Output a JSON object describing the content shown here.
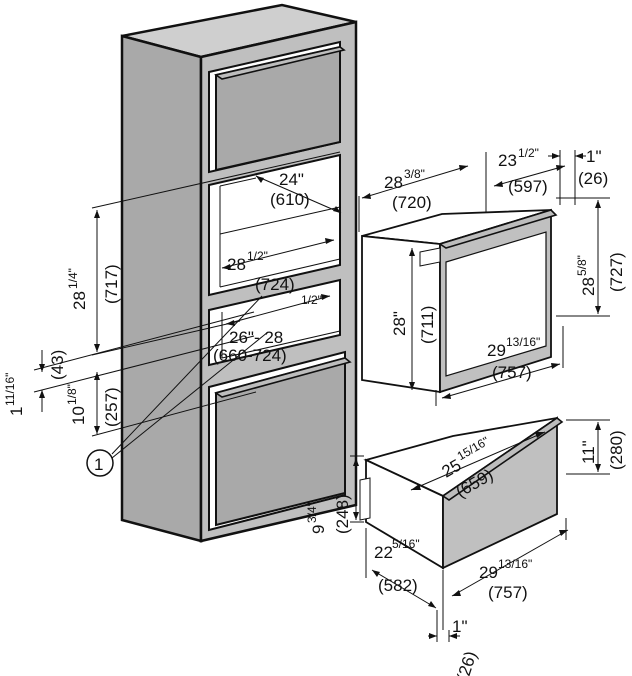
{
  "labels": {
    "cab_depth_in": "24\"",
    "cab_depth_mm": "(610)",
    "cab_width_in": "28",
    "cab_width_sup": "1/2\"",
    "cab_width_mm": "(724)",
    "cab_height_in": "28",
    "cab_height_sup": "1/4\"",
    "cab_height_mm": "(717)",
    "width_range_in": "26\"- 28",
    "width_range_sup": "1/2\"",
    "width_range_mm": "(660-724)",
    "gap_in": "1",
    "gap_sup": "11/16\"",
    "gap_mm": "(43)",
    "lower_in": "10",
    "lower_sup": "1/8\"",
    "lower_mm": "(257)",
    "callout": "1",
    "oven_depth_in": "28",
    "oven_depth_sup": "3/8\"",
    "oven_depth_mm": "(720)",
    "oven_body_depth_in": "23",
    "oven_body_depth_sup": "1/2\"",
    "oven_body_depth_mm": "(597)",
    "oven_front_in": "1\"",
    "oven_front_mm": "(26)",
    "oven_height_in": "28",
    "oven_height_sup": "5/8\"",
    "oven_height_mm": "(727)",
    "oven_body_height_in": "28\"",
    "oven_body_height_mm": "(711)",
    "oven_width_in": "29",
    "oven_width_sup": "13/16\"",
    "oven_width_mm": "(757)",
    "drawer_width_top_in": "25",
    "drawer_width_top_sup": "15/16\"",
    "drawer_width_top_mm": "(659)",
    "drawer_front_height_in": "11\"",
    "drawer_front_height_mm": "(280)",
    "drawer_body_height_in": "9",
    "drawer_body_height_sup": "3/4\"",
    "drawer_body_height_mm": "(248)",
    "drawer_depth_in": "22",
    "drawer_depth_sup": "5/16\"",
    "drawer_depth_mm": "(582)",
    "drawer_width_in": "29",
    "drawer_width_sup": "13/16\"",
    "drawer_width_mm": "(757)",
    "drawer_front_in": "1\"",
    "drawer_front_mm": "(26)"
  }
}
